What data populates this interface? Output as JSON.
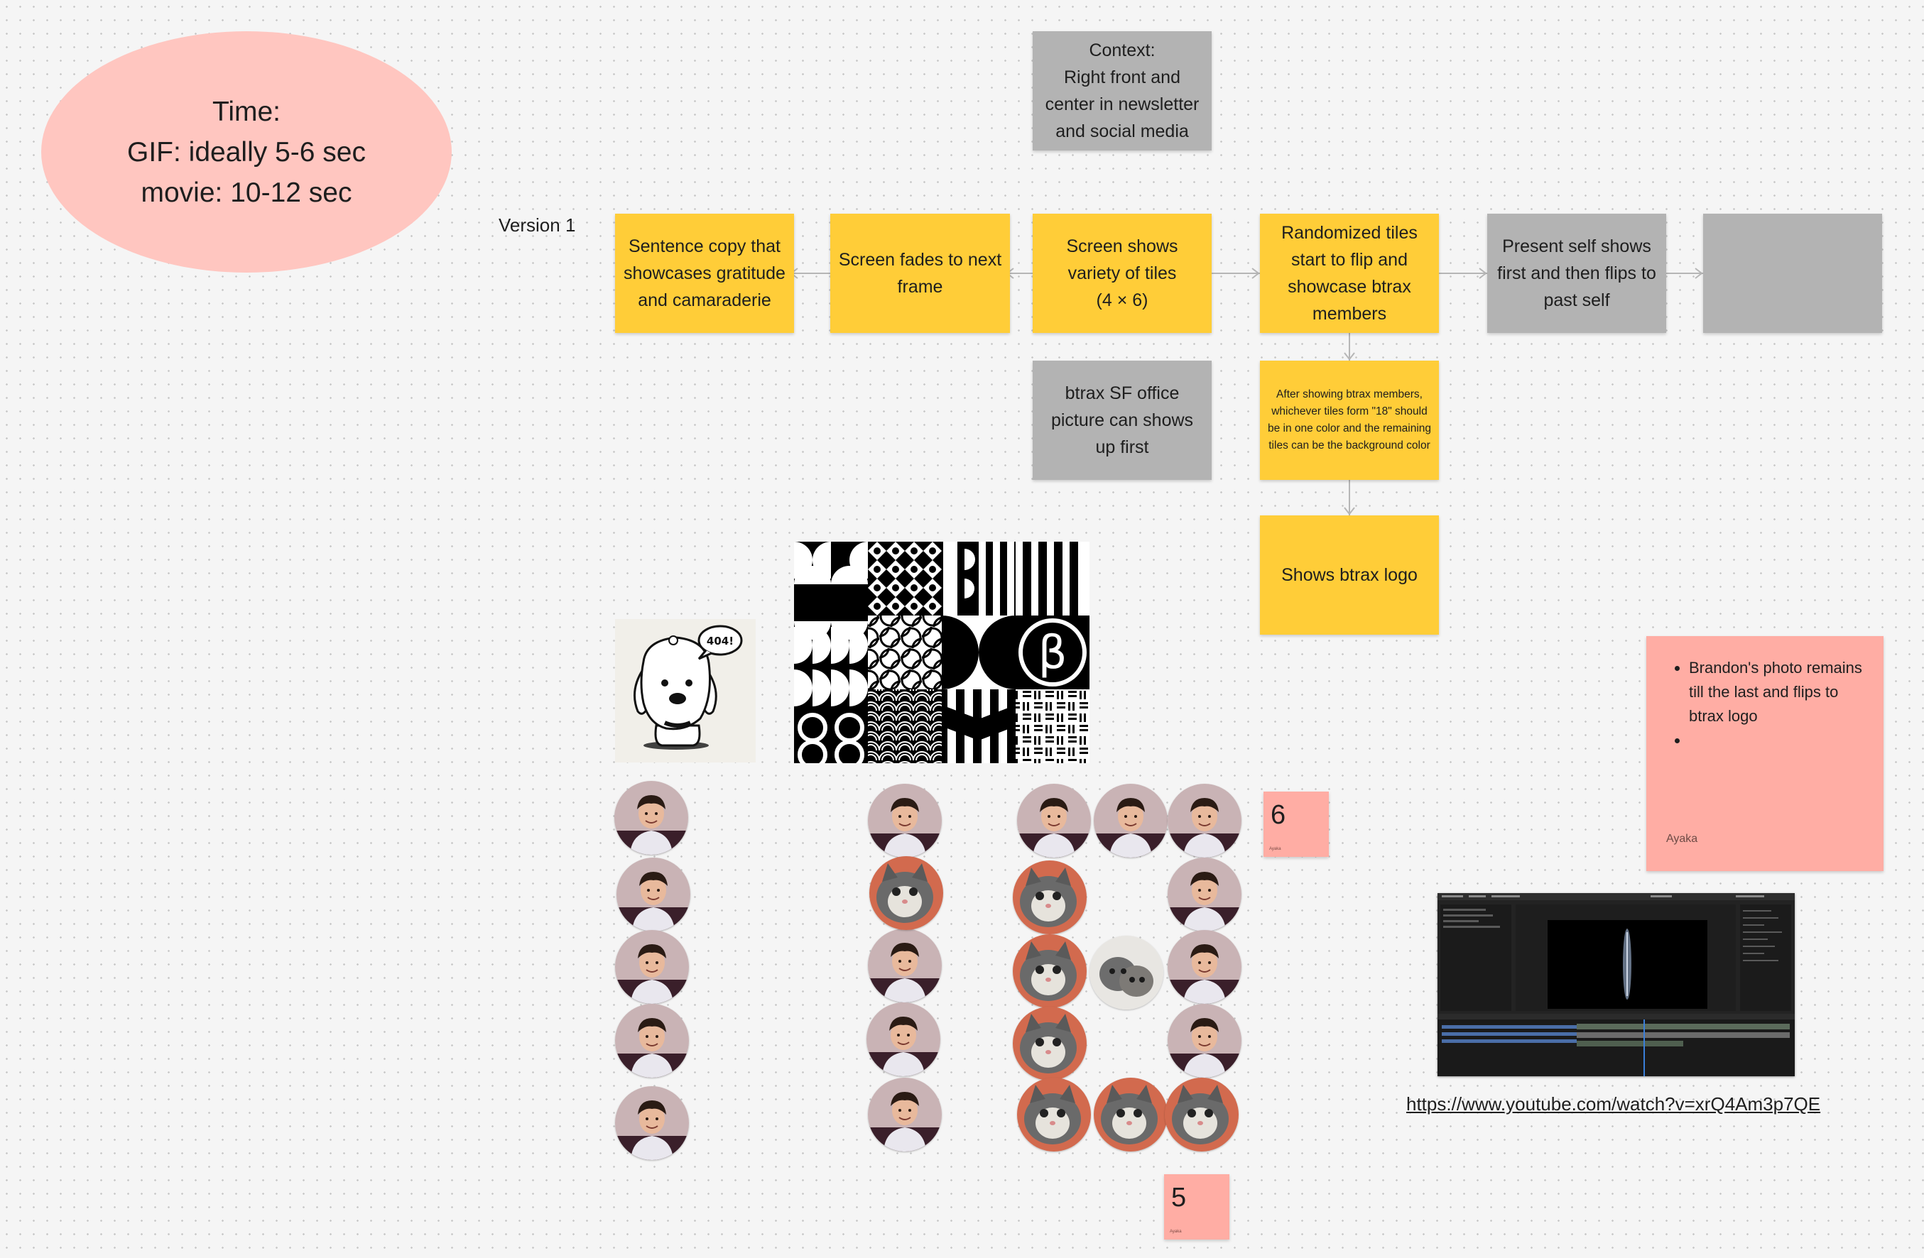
{
  "time_ellipse": {
    "lines": [
      "Time:",
      "GIF: ideally 5-6 sec",
      "movie: 10-12 sec"
    ]
  },
  "context_note": {
    "lines": [
      "Context:",
      "Right front and",
      "center in newsletter",
      "and social media"
    ]
  },
  "version_label": "Version 1",
  "flow": {
    "step1": [
      "Sentence copy that",
      "showcases gratitude",
      "and camaraderie"
    ],
    "step2": [
      "Screen fades to next",
      "frame"
    ],
    "step3": [
      "Screen shows",
      "variety of tiles",
      "(4 × 6)"
    ],
    "step4": [
      "Randomized tiles",
      "start to flip and",
      "showcase btrax",
      "members"
    ],
    "step5": [
      "Present self shows",
      "first and then flips to",
      "past self"
    ],
    "step6": []
  },
  "office_note": [
    "btrax SF office",
    "picture can shows",
    "up first"
  ],
  "after_note": [
    "After showing btrax members,",
    "whichever tiles form \"18\" should",
    "be in one color and the remaining",
    "tiles can be the background color"
  ],
  "logo_note": [
    "Shows btrax logo"
  ],
  "photo_404": {
    "bubble_text": "404!"
  },
  "pattern_logo_letter": "β",
  "count_stickies": {
    "six": "6",
    "five": "5"
  },
  "side_note": {
    "bullets": [
      "Brandon's photo remains till the last and flips to btrax logo",
      ""
    ],
    "author": "Ayaka"
  },
  "video_link": "https://www.youtube.com/watch?v=xrQ4Am3p7QE",
  "icons": {
    "flow_arrow": "arrow-left-icon",
    "down_arrow": "arrow-down-icon"
  }
}
